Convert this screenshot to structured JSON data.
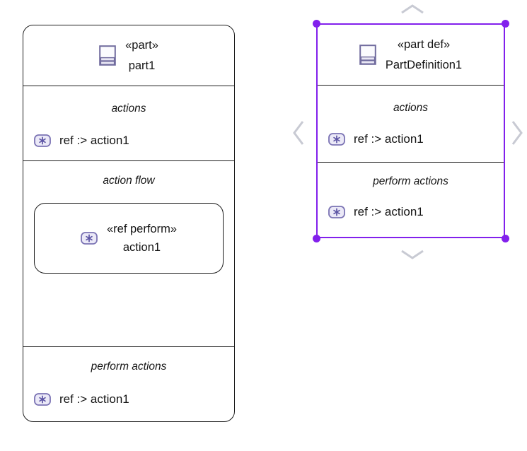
{
  "diagram": {
    "background": "#ffffff",
    "selection_color": "#8220EC",
    "chevron_color": "#C8CAD3",
    "node_border_color": "#1d1d1d"
  },
  "icons": {
    "part_icon": "compartmented-box-glyph (purple #716C9E)",
    "action_icon": "rounded-rect-with-asterisk-glyph (purple #5C54A4 on #EBE9F7)",
    "chevron_up": "ᐱ",
    "chevron_down": "ᐯ",
    "chevron_left": "ᐸ",
    "chevron_right": "ᐳ"
  },
  "nodes": [
    {
      "stereotype": "«part»",
      "name": "part1",
      "selected": false,
      "compartments": [
        {
          "label": "actions",
          "items": [
            {
              "icon": "action-icon",
              "text": "ref :> action1"
            }
          ]
        },
        {
          "label": "action flow",
          "child_nodes": [
            {
              "icon": "action-icon",
              "stereotype": "«ref perform»",
              "name": "action1"
            }
          ]
        },
        {
          "label": "perform actions",
          "items": [
            {
              "icon": "action-icon",
              "text": "ref :> action1"
            }
          ]
        }
      ]
    },
    {
      "stereotype": "«part def»",
      "name": "PartDefinition1",
      "selected": true,
      "compartments": [
        {
          "label": "actions",
          "items": [
            {
              "icon": "action-icon",
              "text": "ref :> action1"
            }
          ]
        },
        {
          "label": "perform actions",
          "items": [
            {
              "icon": "action-icon",
              "text": "ref :> action1"
            }
          ]
        }
      ]
    }
  ]
}
